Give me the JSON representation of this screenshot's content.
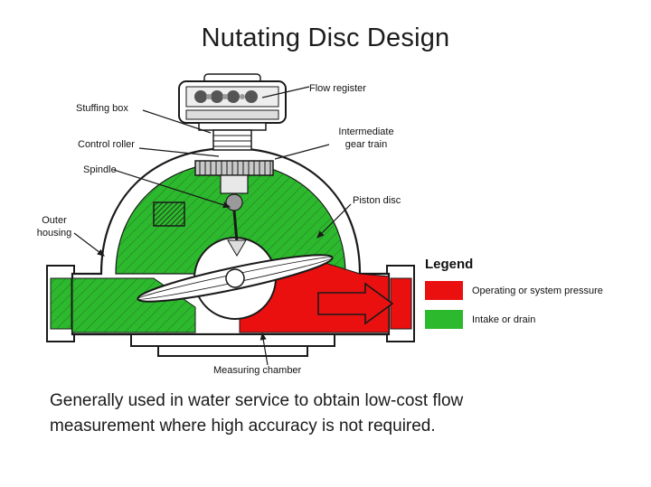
{
  "slide": {
    "title": "Nutating Disc Design",
    "caption": "Generally used in water service to obtain low-cost flow measurement where high accuracy is not required."
  },
  "diagram": {
    "labels": {
      "flow_register": "Flow register",
      "stuffing_box": "Stuffing box",
      "control_roller": "Control roller",
      "intermediate_gear_train": "Intermediate gear train",
      "spindle": "Spindle",
      "piston_disc": "Piston disc",
      "outer_housing": "Outer housing",
      "measuring_chamber": "Measuring chamber"
    },
    "colors": {
      "operating_pressure_red": "#ea1010",
      "intake_drain_green": "#2db92d",
      "line_black": "#1a1a1a"
    }
  },
  "legend": {
    "title": "Legend",
    "items": [
      {
        "label": "Operating or system pressure",
        "color": "#ea1010"
      },
      {
        "label": "Intake or drain",
        "color": "#2db92d"
      }
    ]
  }
}
